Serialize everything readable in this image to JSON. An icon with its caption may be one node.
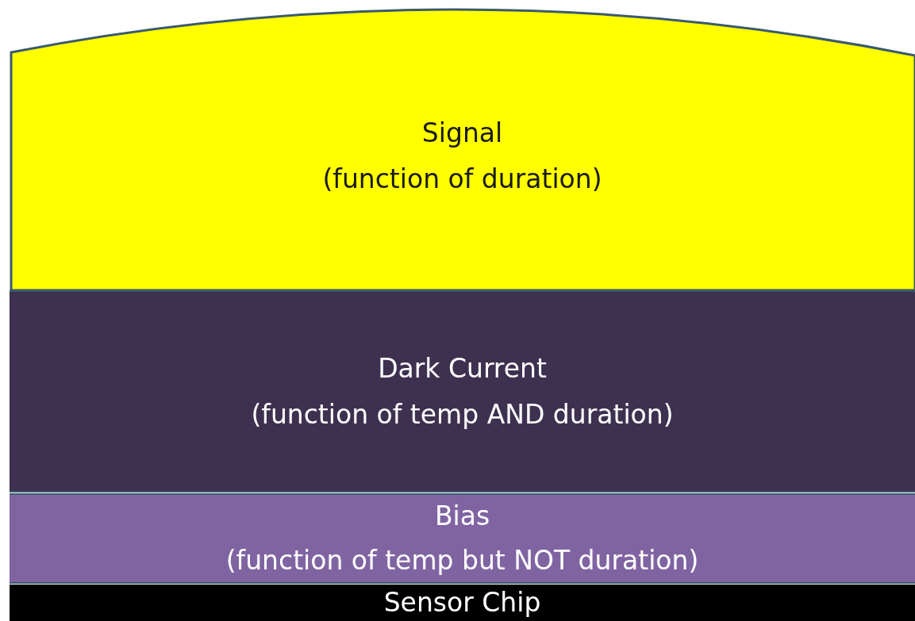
{
  "diagram": {
    "nodes": [
      {
        "text": [
          "Signal",
          "(function of duration)"
        ]
      },
      {
        "text": [
          "Dark Current",
          "(function of temp AND duration)"
        ]
      },
      {
        "text": [
          "Bias",
          "(function of temp but NOT duration)"
        ]
      },
      {
        "text": [
          "Sensor Chip"
        ]
      }
    ]
  }
}
